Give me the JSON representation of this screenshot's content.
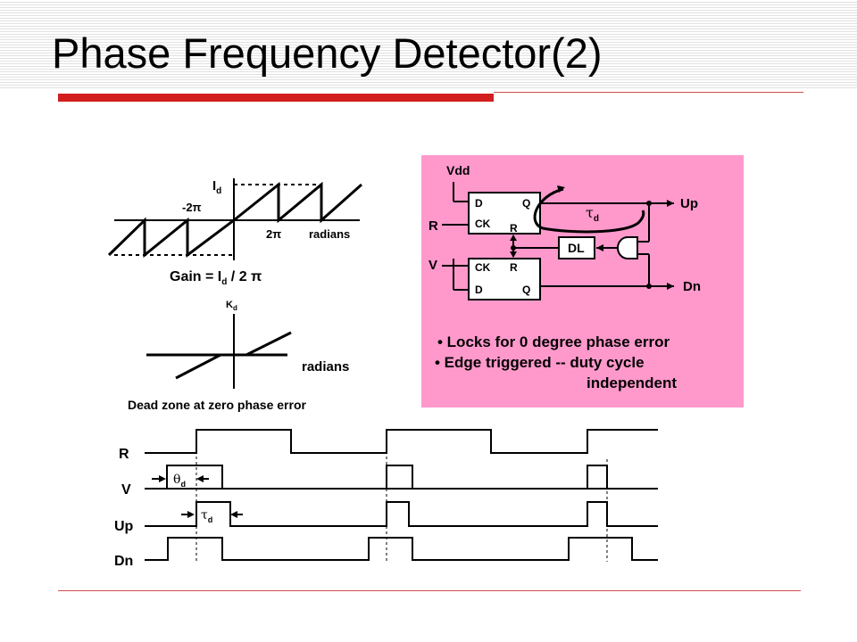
{
  "slide": {
    "title": "Phase Frequency Detector(2)"
  },
  "gain_plot": {
    "y_label": "I",
    "y_label_sub": "d",
    "neg_tick": "-2π",
    "pos_tick": "2π",
    "x_label": "radians",
    "gain_prefix": "Gain = I",
    "gain_sub": "d",
    "gain_suffix": " / 2 π"
  },
  "dead_zone_plot": {
    "y_label": "K",
    "y_label_sub": "d",
    "x_label": "radians",
    "caption": "Dead zone at zero phase error"
  },
  "circuit": {
    "vdd": "Vdd",
    "in_r": "R",
    "in_v": "V",
    "ff1_d": "D",
    "ff1_q": "Q",
    "ff1_ck": "CK",
    "ff1_r": "R",
    "ff2_ck": "CK",
    "ff2_r": "R",
    "ff2_d": "D",
    "ff2_q": "Q",
    "delay": "DL",
    "tau": "τ",
    "tau_sub": "d",
    "out_up": "Up",
    "out_dn": "Dn",
    "note1": "•  Locks for 0 degree phase error",
    "note2": "• Edge triggered -- duty cycle",
    "note3": "independent"
  },
  "timing": {
    "sig_r": "R",
    "sig_v": "V",
    "sig_up": "Up",
    "sig_dn": "Dn",
    "theta": "θ",
    "theta_sub": "d",
    "tau": "τ",
    "tau_sub": "d"
  },
  "colors": {
    "accent_red": "#d21e1e",
    "panel_pink": "#ff99cc"
  }
}
